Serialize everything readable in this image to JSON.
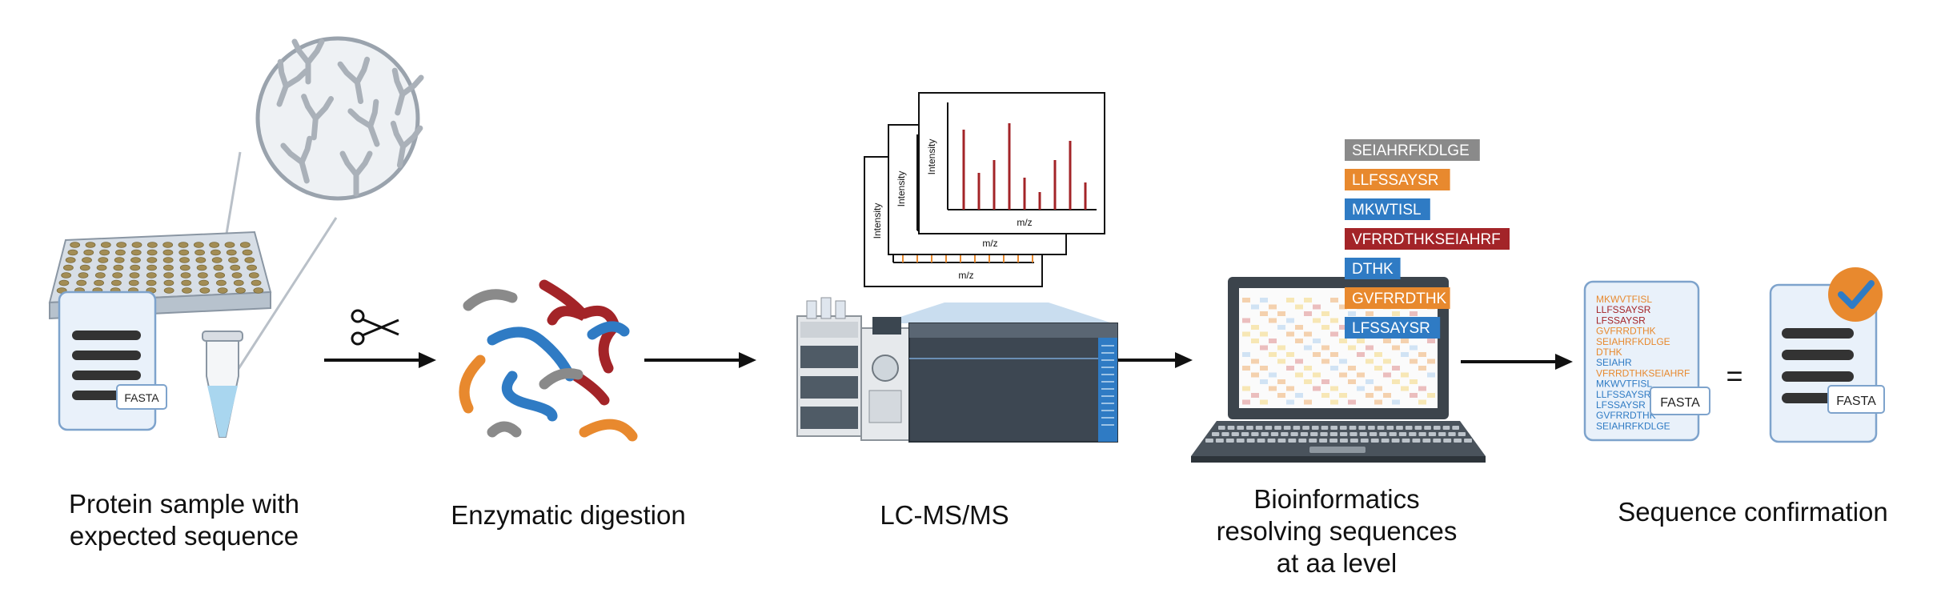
{
  "stages": [
    {
      "label_lines": [
        "Protein sample with",
        "expected sequence"
      ]
    },
    {
      "label_lines": [
        "Enzymatic digestion"
      ]
    },
    {
      "label_lines": [
        "LC-MS/MS"
      ]
    },
    {
      "label_lines": [
        "Bioinformatics",
        "resolving sequences",
        "at aa level"
      ]
    },
    {
      "label_lines": [
        "Sequence confirmation"
      ]
    }
  ],
  "file_tags": {
    "fasta": "FASTA"
  },
  "spectra": {
    "ylabel": "Intensity",
    "xlabel": "m/z"
  },
  "equals_sign": "=",
  "peptide_tags": [
    {
      "text": "SEIAHRFKDLGE",
      "color": "#8a8a8a"
    },
    {
      "text": "LLFSSAYSR",
      "color": "#e8892e"
    },
    {
      "text": "MKWTISL",
      "color": "#2f7bc4"
    },
    {
      "text": "VFRRDTHKSEIAHRF",
      "color": "#a32428"
    },
    {
      "text": "DTHK",
      "color": "#2f7bc4"
    },
    {
      "text": "GVFRRDTHK",
      "color": "#e8892e"
    },
    {
      "text": "LFSSAYSR",
      "color": "#2f7bc4"
    }
  ],
  "sequence_list": [
    {
      "text": "MKWVTFISL",
      "color": "#e8892e"
    },
    {
      "text": "LLFSSAYSR",
      "color": "#a32428"
    },
    {
      "text": "LFSSAYSR",
      "color": "#a32428"
    },
    {
      "text": "GVFRRDTHK",
      "color": "#e8892e"
    },
    {
      "text": "SEIAHRFKDLGE",
      "color": "#e8892e"
    },
    {
      "text": "DTHK",
      "color": "#e8892e"
    },
    {
      "text": "SEIAHR",
      "color": "#2f7bc4"
    },
    {
      "text": "VFRRDTHKSEIAHRF",
      "color": "#e8892e"
    },
    {
      "text": "MKWVTFISL",
      "color": "#2f7bc4"
    },
    {
      "text": "LLFSSAYSR",
      "color": "#2f7bc4"
    },
    {
      "text": "LFSSAYSR",
      "color": "#2f7bc4"
    },
    {
      "text": "GVFRRDTHK",
      "color": "#2f7bc4"
    },
    {
      "text": "SEIAHRFKDLGE",
      "color": "#2f7bc4"
    }
  ],
  "colors": {
    "accent_orange": "#e8892e",
    "accent_blue": "#2f7bc4",
    "accent_red": "#a32428",
    "panel_fill": "#e9f1fa",
    "panel_stroke": "#7ea3cc"
  }
}
